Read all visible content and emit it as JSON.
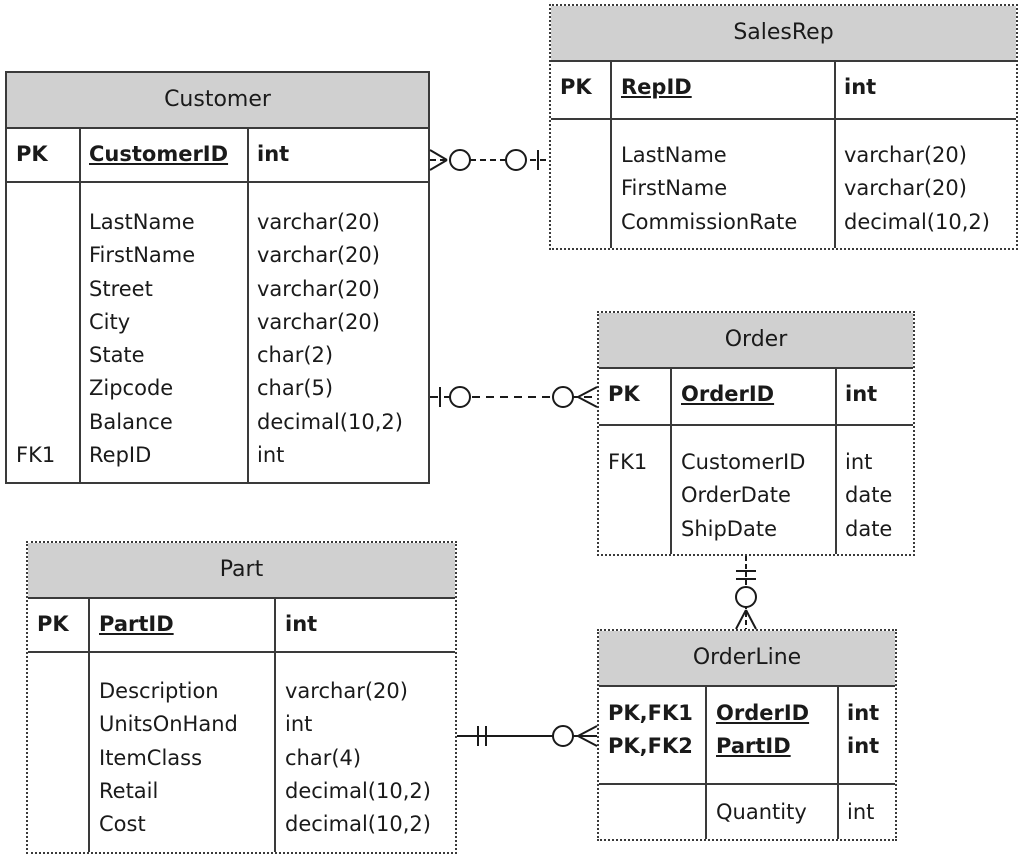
{
  "customer": {
    "title": "Customer",
    "pk_label": "PK",
    "pk_name": "CustomerID",
    "pk_type": "int",
    "keys": [
      "",
      "",
      "",
      "",
      "",
      "",
      "",
      "FK1"
    ],
    "names": [
      "LastName",
      "FirstName",
      "Street",
      "City",
      "State",
      "Zipcode",
      "Balance",
      "RepID"
    ],
    "types": [
      "varchar(20)",
      "varchar(20)",
      "varchar(20)",
      "varchar(20)",
      "char(2)",
      "char(5)",
      "decimal(10,2)",
      "int"
    ]
  },
  "salesrep": {
    "title": "SalesRep",
    "pk_label": "PK",
    "pk_name": "RepID",
    "pk_type": "int",
    "names": [
      "LastName",
      "FirstName",
      "CommissionRate"
    ],
    "types": [
      "varchar(20)",
      "varchar(20)",
      "decimal(10,2)"
    ]
  },
  "order": {
    "title": "Order",
    "pk_label": "PK",
    "pk_name": "OrderID",
    "pk_type": "int",
    "keys": [
      "FK1",
      "",
      ""
    ],
    "names": [
      "CustomerID",
      "OrderDate",
      "ShipDate"
    ],
    "types": [
      "int",
      "date",
      "date"
    ]
  },
  "part": {
    "title": "Part",
    "pk_label": "PK",
    "pk_name": "PartID",
    "pk_type": "int",
    "names": [
      "Description",
      "UnitsOnHand",
      "ItemClass",
      "Retail",
      "Cost"
    ],
    "types": [
      "varchar(20)",
      "int",
      "char(4)",
      "decimal(10,2)",
      "decimal(10,2)"
    ]
  },
  "orderline": {
    "title": "OrderLine",
    "pk_keys": [
      "PK,FK1",
      "PK,FK2"
    ],
    "pk_names": [
      "OrderID",
      "PartID"
    ],
    "pk_types": [
      "int",
      "int"
    ],
    "names": [
      "Quantity"
    ],
    "types": [
      "int"
    ]
  },
  "relationships": [
    {
      "from": "Customer",
      "to": "SalesRep",
      "from_end": "zero-or-many",
      "to_end": "zero-or-one"
    },
    {
      "from": "Customer",
      "to": "Order",
      "from_end": "zero-or-one",
      "to_end": "zero-or-many"
    },
    {
      "from": "Order",
      "to": "OrderLine",
      "from_end": "one-and-only-one",
      "to_end": "zero-or-many"
    },
    {
      "from": "Part",
      "to": "OrderLine",
      "from_end": "one-and-only-one",
      "to_end": "zero-or-many"
    }
  ]
}
